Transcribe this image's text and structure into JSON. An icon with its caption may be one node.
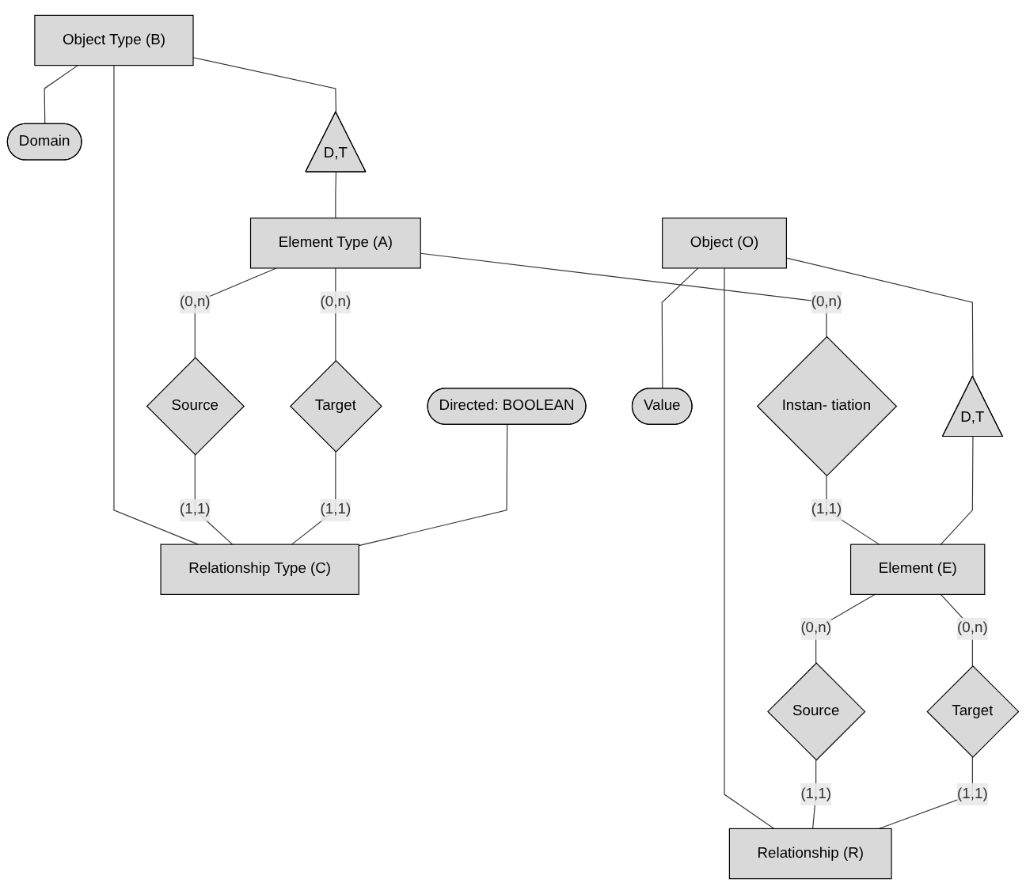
{
  "diagram": {
    "nodes": [
      {
        "text": [
          "Object Type (B)"
        ]
      },
      {
        "text": [
          "Domain"
        ]
      },
      {
        "text": [
          "D,T"
        ]
      },
      {
        "text": [
          "Element Type (A)"
        ]
      },
      {
        "text": [
          "Source"
        ]
      },
      {
        "text": [
          "Target"
        ]
      },
      {
        "text": [
          "Relationship Type (C)"
        ]
      },
      {
        "text": [
          "Directed: BOOLEAN"
        ]
      },
      {
        "text": [
          "Instan- tiation"
        ]
      },
      {
        "text": [
          "Object (O)"
        ]
      },
      {
        "text": [
          "Value"
        ]
      },
      {
        "text": [
          "D,T"
        ]
      },
      {
        "text": [
          "Element (E)"
        ]
      },
      {
        "text": [
          "Source"
        ]
      },
      {
        "text": [
          "Target"
        ]
      },
      {
        "text": [
          "Relationship (R)"
        ]
      }
    ],
    "edges": [
      {
        "from": 0,
        "to": 1,
        "arrow": "none"
      },
      {
        "from": 0,
        "to": 2,
        "arrow": "none"
      },
      {
        "from": 2,
        "to": 3,
        "arrow": "none"
      },
      {
        "from": 0,
        "to": 6,
        "arrow": "none"
      },
      {
        "from": 3,
        "to": 4,
        "label": "(0,n)",
        "arrow": "none"
      },
      {
        "from": 4,
        "to": 6,
        "label": "(1,1)",
        "arrow": "none"
      },
      {
        "from": 3,
        "to": 5,
        "label": "(0,n)",
        "arrow": "none"
      },
      {
        "from": 5,
        "to": 6,
        "label": "(1,1)",
        "arrow": "none"
      },
      {
        "from": 7,
        "to": 6,
        "arrow": "none"
      },
      {
        "from": 3,
        "to": 8,
        "label": "(0,n)",
        "arrow": "none"
      },
      {
        "from": 8,
        "to": 12,
        "label": "(1,1)",
        "arrow": "none"
      },
      {
        "from": 9,
        "to": 10,
        "arrow": "none"
      },
      {
        "from": 9,
        "to": 11,
        "arrow": "none"
      },
      {
        "from": 11,
        "to": 12,
        "arrow": "none"
      },
      {
        "from": 9,
        "to": 15,
        "arrow": "none"
      },
      {
        "from": 12,
        "to": 13,
        "label": "(0,n)",
        "arrow": "none"
      },
      {
        "from": 13,
        "to": 15,
        "label": "(1,1)",
        "arrow": "none"
      },
      {
        "from": 12,
        "to": 14,
        "label": "(0,n)",
        "arrow": "none"
      },
      {
        "from": 14,
        "to": 15,
        "label": "(1,1)",
        "arrow": "none"
      }
    ]
  }
}
